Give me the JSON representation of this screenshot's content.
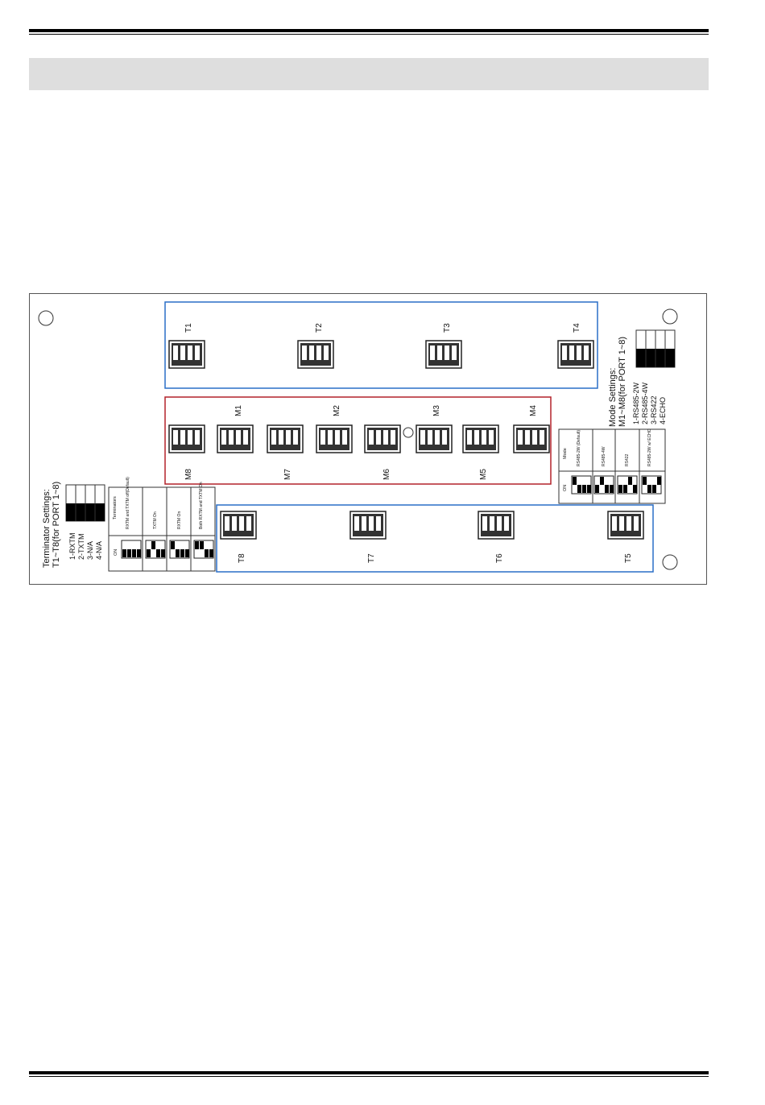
{
  "terminator": {
    "title_line1": "Terminator Settings:",
    "title_line2": "T1~T8(for PORT 1~8)",
    "pins": [
      "1-RXTM",
      "2-TXTM",
      "3-N/A",
      "4-N/A"
    ],
    "table_header": "Terminators",
    "on_label": "ON",
    "options": [
      "RXTM and TXTM off(Default)",
      "TXTM On",
      "RXTM On",
      "Both RXTM and TXTM On"
    ]
  },
  "mode": {
    "title_line1": "Mode Settings:",
    "title_line2": "M1~M8(for PORT 1~8)",
    "pins": [
      "1-RS485-2W",
      "2-RS485-4W",
      "3-RS422",
      "4-ECHO"
    ],
    "table_header": "Mode",
    "on_label": "ON",
    "options": [
      "RS485-2W (Default)",
      "RS485-4W",
      "RS422",
      "RS485-2W w/ ECHO"
    ]
  },
  "switches": {
    "top_terminators": [
      "T1",
      "T2",
      "T3",
      "T4"
    ],
    "bottom_terminators": [
      "T8",
      "T7",
      "T6",
      "T5"
    ],
    "modes_top": [
      "M1",
      "M2",
      "M3",
      "M4"
    ],
    "modes_bottom": [
      "M8",
      "M7",
      "M6",
      "M5"
    ]
  },
  "colors": {
    "terminator_box": "#2a6fc7",
    "mode_box": "#b3222a",
    "rule": "#000000",
    "section_bar": "#dedede"
  }
}
